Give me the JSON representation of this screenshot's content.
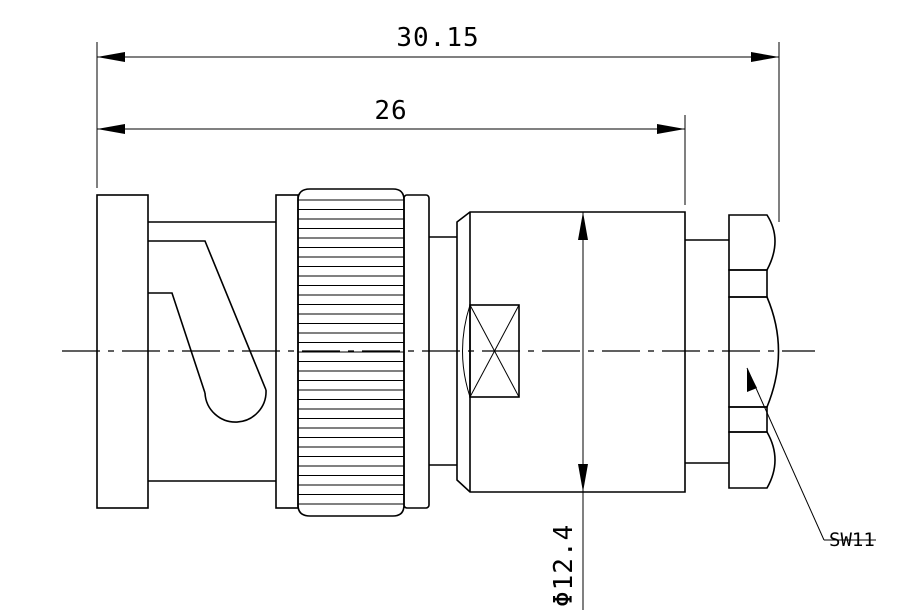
{
  "dimensions": {
    "overall_length": "30.15",
    "body_length": "26",
    "diameter": "Φ12.4",
    "wrench_size": "SW11"
  }
}
